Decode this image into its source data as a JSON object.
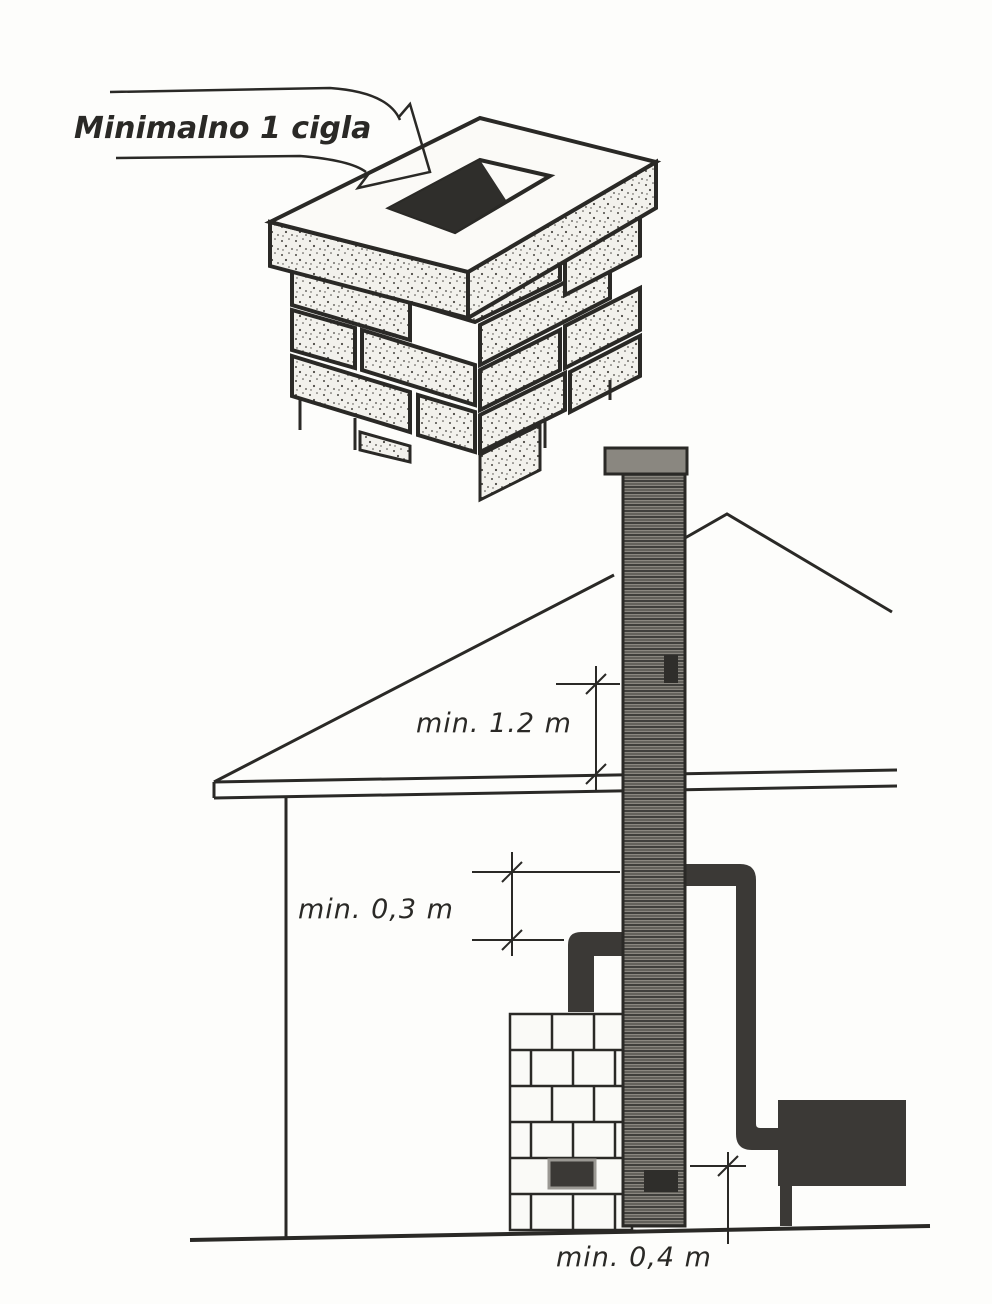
{
  "labels": {
    "callout": "Minimalno 1 cigla",
    "dim_roof": "min. 1.2 m",
    "dim_stove": "min. 0,3 m",
    "dim_floor": "min. 0,4 m"
  },
  "colors": {
    "ink": "#2a2926",
    "paper": "#fdfdfb",
    "brick_fill": "#f3f2ee",
    "chimney": "#6f6c66",
    "pipe": "#3b3936"
  }
}
